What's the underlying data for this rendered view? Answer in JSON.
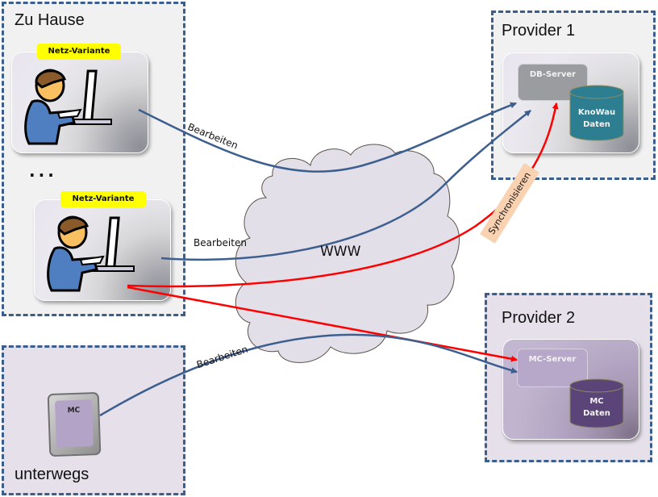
{
  "regions": {
    "home": {
      "title": "Zu Hause",
      "ellipsis": "..."
    },
    "mobile": {
      "title": "unterwegs"
    },
    "provider1": {
      "title": "Provider 1"
    },
    "provider2": {
      "title": "Provider 2"
    }
  },
  "clients": [
    {
      "tag": "Netz-Variante",
      "icon": "user-at-computer-icon"
    },
    {
      "tag": "Netz-Variante",
      "icon": "user-at-computer-icon"
    }
  ],
  "mobile_device": {
    "label": "MC",
    "icon": "handheld-device-icon"
  },
  "provider1": {
    "server": "DB-Server",
    "database": [
      "KnoWau",
      "Daten"
    ]
  },
  "provider2": {
    "server": "MC-Server",
    "database": [
      "MC",
      "Daten"
    ]
  },
  "cloud": {
    "label": "WWW"
  },
  "connections": {
    "edit_label": "Bearbeiten",
    "sync_label": "Synchronisieren"
  },
  "colors": {
    "edit_line": "#3d5f8f",
    "sync_line": "#ff0000",
    "region_border": "#3b5f8d",
    "tag_bg": "#ffff00",
    "db_server": "#9a9ca0",
    "knowau_db": "#2e7e92",
    "mc_server": "#b7a8c9",
    "mc_db": "#5b4478",
    "cloud_fill": "#e3dfe9",
    "sync_tag": "#f9d2b2"
  }
}
